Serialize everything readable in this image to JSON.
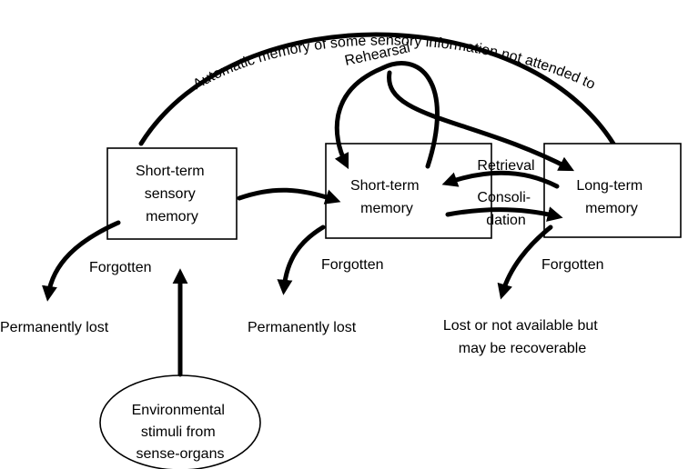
{
  "nodes": {
    "sensory": {
      "lines": [
        "Short-term",
        "sensory",
        "memory"
      ]
    },
    "stm": {
      "lines": [
        "Short-term",
        "memory"
      ]
    },
    "ltm": {
      "lines": [
        "Long-term",
        "memory"
      ]
    },
    "environment": {
      "lines": [
        "Environmental",
        "stimuli from",
        "sense-organs"
      ]
    }
  },
  "labels": {
    "automatic": "Automatic memory of some sensory information not attended to",
    "rehearsal": "Rehearsal",
    "retrieval": "Retrieval",
    "consolidation": [
      "Consoli-",
      "dation"
    ],
    "forgotten_sensory": "Forgotten",
    "forgotten_stm": "Forgotten",
    "forgotten_ltm": "Forgotten"
  },
  "outcomes": {
    "sensory": [
      "Permanently lost"
    ],
    "stm": [
      "Permanently lost"
    ],
    "ltm": [
      "Lost or not available but",
      "may be recoverable"
    ]
  },
  "colors": {
    "ink": "#000000",
    "background": "#ffffff"
  }
}
